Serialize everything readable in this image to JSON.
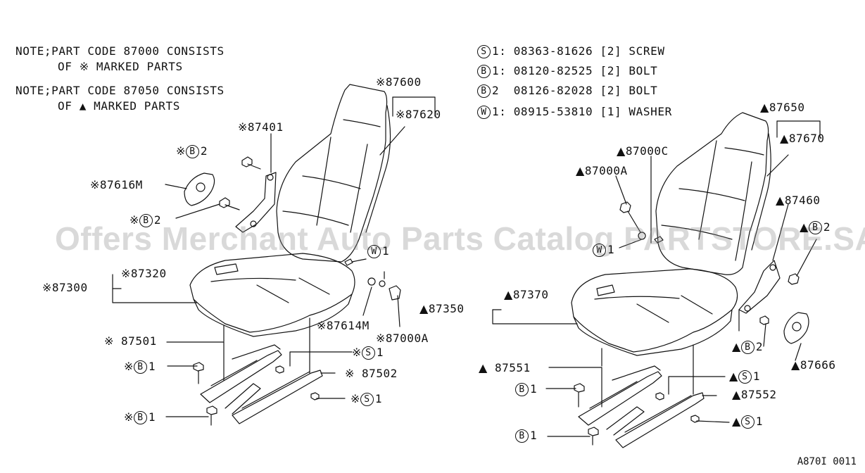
{
  "notes": [
    {
      "line1": "NOTE;PART CODE 87000 CONSISTS",
      "line2": "OF ※ MARKED PARTS"
    },
    {
      "line1": "NOTE;PART CODE 87050 CONSISTS",
      "line2": "OF ▲ MARKED PARTS"
    }
  ],
  "fastener_legend": [
    {
      "code": "S",
      "num": "1",
      "text": "08363-81626 [2] SCREW"
    },
    {
      "code": "B",
      "num": "1",
      "text": "08120-82525 [2] BOLT"
    },
    {
      "code": "B",
      "num": "2",
      "text": "08126-82028 [2] BOLT"
    },
    {
      "code": "W",
      "num": "1",
      "text": "08915-53810 [1] WASHER"
    }
  ],
  "labels_left": {
    "p87600": "87600",
    "p87620": "87620",
    "p87401": "87401",
    "b2_top": "2",
    "p87616M": "87616M",
    "b2_mid": "2",
    "w1": "1",
    "p87320": "87320",
    "p87300": "87300",
    "p87614M": "87614M",
    "p87000A": "87000A",
    "p87501": "87501",
    "s1_top": "1",
    "b1_top": "1",
    "p87502": "87502",
    "s1_bot": "1",
    "b1_bot": "1"
  },
  "labels_right": {
    "p87650": "87650",
    "p87670": "87670",
    "p87000C": "87000C",
    "p87000A": "87000A",
    "p87460": "87460",
    "b2_top": "2",
    "w1": "1",
    "p87370": "87370",
    "p87350": "87350",
    "b2_mid": "2",
    "p87666": "87666",
    "p87551": "87551",
    "s1_top": "1",
    "b1_top": "1",
    "p87552": "87552",
    "s1_bot": "1",
    "b1_bot": "1"
  },
  "markers": {
    "note_mark": "※",
    "triangle": "▲"
  },
  "watermark": "Offers Merchant Auto Parts Catalog PARTSTORE.SA",
  "figure_id": "A870I 0011"
}
